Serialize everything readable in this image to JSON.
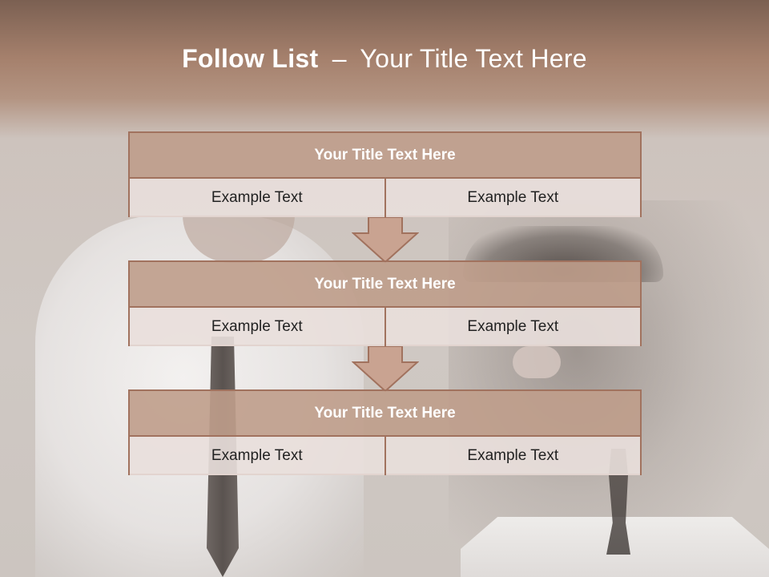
{
  "slide": {
    "title_bold": "Follow List",
    "title_dash": "–",
    "title_rest": "Your Title Text Here"
  },
  "blocks": [
    {
      "title": "Your Title Text Here",
      "left": "Example Text",
      "right": "Example Text"
    },
    {
      "title": "Your Title Text Here",
      "left": "Example Text",
      "right": "Example Text"
    },
    {
      "title": "Your Title Text Here",
      "left": "Example Text",
      "right": "Example Text"
    }
  ],
  "colors": {
    "accent": "#a1725e",
    "header_fill": "#bf9d8b",
    "cell_fill": "#e9dfdb",
    "title_text": "#ffffff"
  },
  "icons": [
    "down-arrow-icon",
    "down-arrow-icon"
  ]
}
